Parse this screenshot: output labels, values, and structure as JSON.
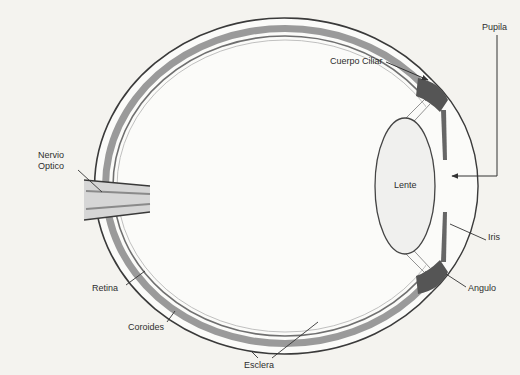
{
  "diagram": {
    "labels": [
      "Pupila",
      "Cuerpo Ciliar",
      "Nervio Optico",
      "Lente",
      "Iris",
      "Angulo",
      "Retina",
      "Coroides",
      "Esclera"
    ]
  }
}
